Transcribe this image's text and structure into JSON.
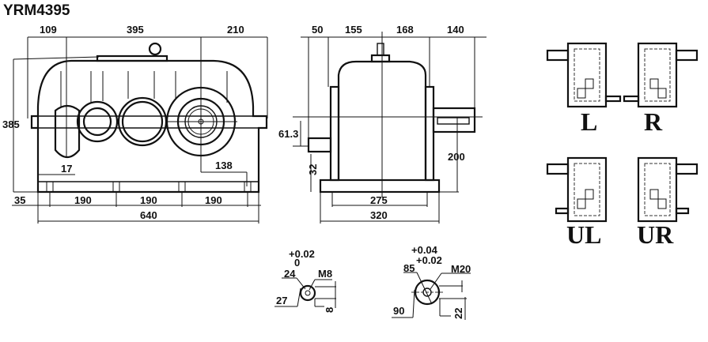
{
  "title": "YRM4395",
  "front_view": {
    "dim_top": [
      "109",
      "395",
      "210"
    ],
    "dim_height": "385",
    "dim_17": "17",
    "dim_138": "138",
    "dim_left": "35",
    "dim_spacing": [
      "190",
      "190",
      "190"
    ],
    "dim_total": "640"
  },
  "side_view": {
    "dim_top": [
      "50",
      "155",
      "168",
      "140"
    ],
    "dim_shaft_height": "61.3",
    "dim_base": "32",
    "dim_200": "200",
    "dim_275": "275",
    "dim_320": "320"
  },
  "shaft_details": {
    "input": {
      "tol_upper": "+0.02",
      "tol_lower": "0",
      "diameter": "24",
      "thread": "M8",
      "key_depth": "27",
      "key_width": "8"
    },
    "output": {
      "tol_upper": "+0.04",
      "tol_lower": "+0.02",
      "diameter": "85",
      "thread": "M20",
      "key_depth": "90",
      "key_width": "22"
    }
  },
  "mounting_positions": [
    "L",
    "R",
    "UL",
    "UR"
  ]
}
